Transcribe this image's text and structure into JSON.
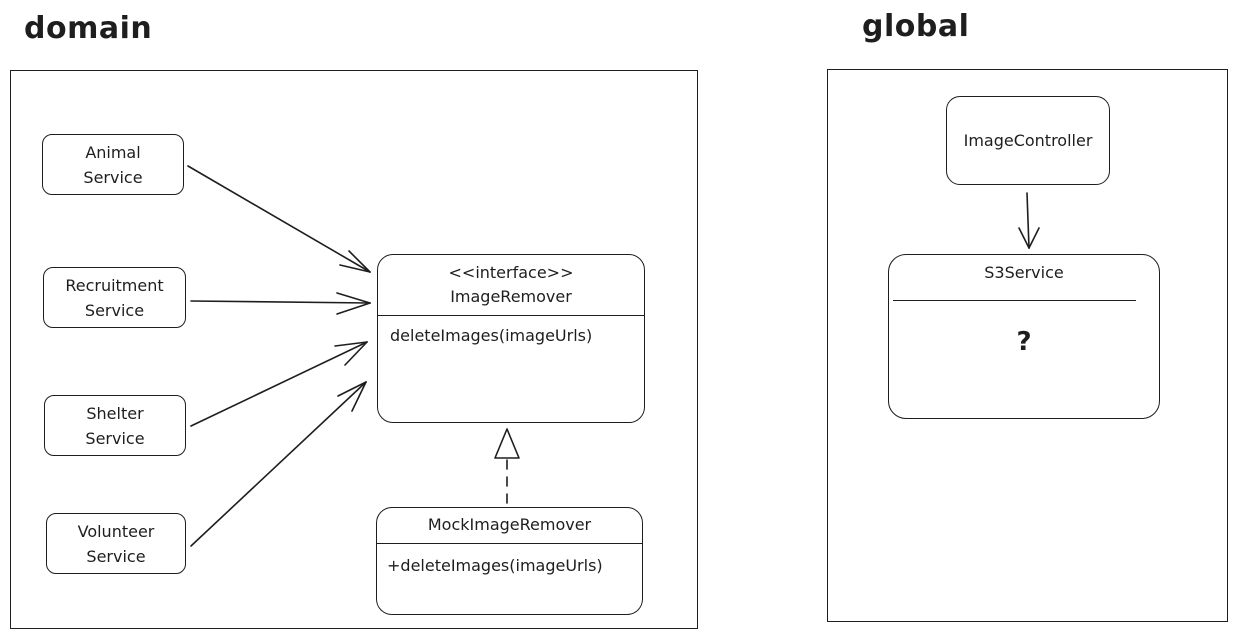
{
  "packages": {
    "domain": {
      "title": "domain"
    },
    "global": {
      "title": "global"
    }
  },
  "domain_services": [
    {
      "label": "Animal\nService"
    },
    {
      "label": "Recruitment\nService"
    },
    {
      "label": "Shelter\nService"
    },
    {
      "label": "Volunteer\nService"
    }
  ],
  "image_remover": {
    "stereotype": "<<interface>>",
    "name": "ImageRemover",
    "method": "deleteImages(imageUrls)"
  },
  "mock_image_remover": {
    "name": "MockImageRemover",
    "method": "+deleteImages(imageUrls)"
  },
  "image_controller": {
    "name": "ImageController"
  },
  "s3_service": {
    "name": "S3Service",
    "body": "?"
  },
  "colors": {
    "stroke": "#1e1e1e",
    "background": "#ffffff"
  }
}
